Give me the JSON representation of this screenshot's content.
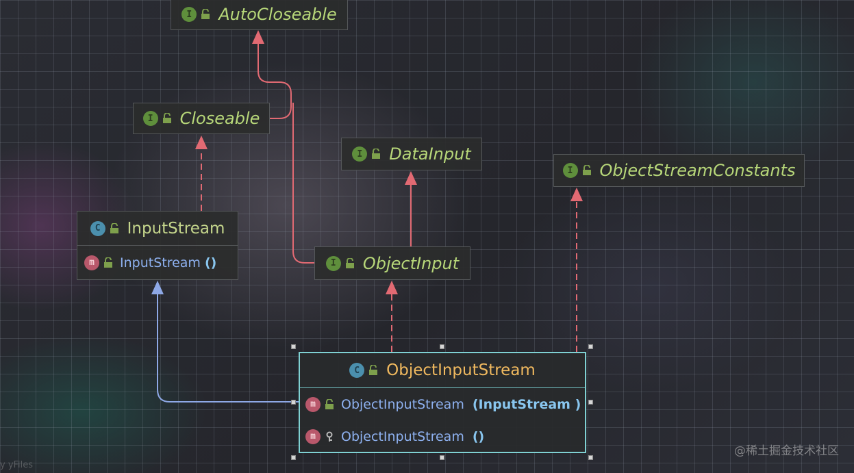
{
  "diagram": {
    "nodes": {
      "auto_closeable": {
        "kind": "interface",
        "badge": "I",
        "name": "AutoCloseable"
      },
      "closeable": {
        "kind": "interface",
        "badge": "I",
        "name": "Closeable"
      },
      "data_input": {
        "kind": "interface",
        "badge": "I",
        "name": "DataInput"
      },
      "object_stream_constants": {
        "kind": "interface",
        "badge": "I",
        "name": "ObjectStreamConstants"
      },
      "input_stream": {
        "kind": "class",
        "badge": "C",
        "name": "InputStream",
        "methods": [
          {
            "badge": "m",
            "name": "InputStream",
            "args": "()",
            "visibility": "public"
          }
        ]
      },
      "object_input": {
        "kind": "interface",
        "badge": "I",
        "name": "ObjectInput"
      },
      "object_input_stream": {
        "kind": "class",
        "badge": "C",
        "name": "ObjectInputStream",
        "selected": true,
        "methods": [
          {
            "badge": "m",
            "name": "ObjectInputStream",
            "args": "(InputStream )",
            "visibility": "public"
          },
          {
            "badge": "m",
            "name": "ObjectInputStream",
            "args": "()",
            "visibility": "protected"
          }
        ]
      }
    },
    "edges": [
      {
        "from": "closeable",
        "to": "auto_closeable",
        "type": "extends"
      },
      {
        "from": "object_input",
        "to": "auto_closeable",
        "type": "extends"
      },
      {
        "from": "input_stream",
        "to": "closeable",
        "type": "implements"
      },
      {
        "from": "object_input",
        "to": "data_input",
        "type": "extends"
      },
      {
        "from": "object_input_stream",
        "to": "object_input",
        "type": "implements"
      },
      {
        "from": "object_input_stream",
        "to": "object_stream_constants",
        "type": "implements"
      },
      {
        "from": "object_input_stream",
        "to": "input_stream",
        "type": "extends-class"
      }
    ]
  },
  "colors": {
    "interface_edge": "#e26a73",
    "class_edge": "#8ea8e6",
    "interface_text": "#b7d779",
    "selected_class_text": "#f0b95f",
    "selection_border": "#7fd1d3"
  },
  "watermark": "@稀土掘金技术社区",
  "footer_text": "y yFiles"
}
